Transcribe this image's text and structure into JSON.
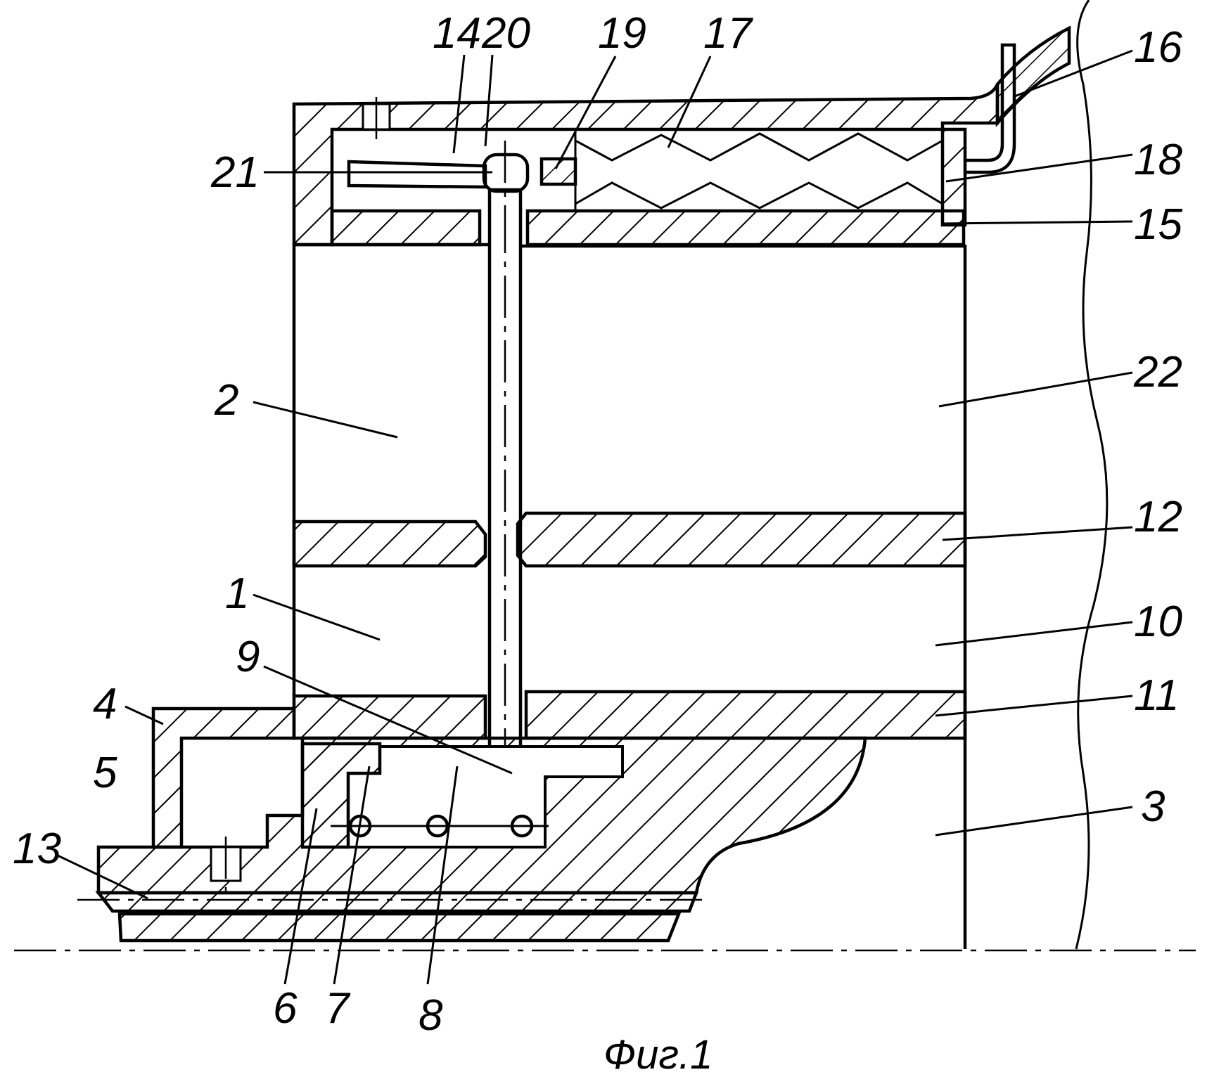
{
  "figure": {
    "caption": "Фиг.1"
  },
  "labels": [
    {
      "id": "1",
      "text": "1"
    },
    {
      "id": "2",
      "text": "2"
    },
    {
      "id": "3",
      "text": "3"
    },
    {
      "id": "4",
      "text": "4"
    },
    {
      "id": "5",
      "text": "5"
    },
    {
      "id": "6",
      "text": "6"
    },
    {
      "id": "7",
      "text": "7"
    },
    {
      "id": "8",
      "text": "8"
    },
    {
      "id": "9",
      "text": "9"
    },
    {
      "id": "10",
      "text": "10"
    },
    {
      "id": "11",
      "text": "11"
    },
    {
      "id": "12",
      "text": "12"
    },
    {
      "id": "13",
      "text": "13"
    },
    {
      "id": "14",
      "text": "14"
    },
    {
      "id": "15",
      "text": "15"
    },
    {
      "id": "16",
      "text": "16"
    },
    {
      "id": "17",
      "text": "17"
    },
    {
      "id": "18",
      "text": "18"
    },
    {
      "id": "19",
      "text": "19"
    },
    {
      "id": "20",
      "text": "20"
    },
    {
      "id": "21",
      "text": "21"
    },
    {
      "id": "22",
      "text": "22"
    }
  ]
}
